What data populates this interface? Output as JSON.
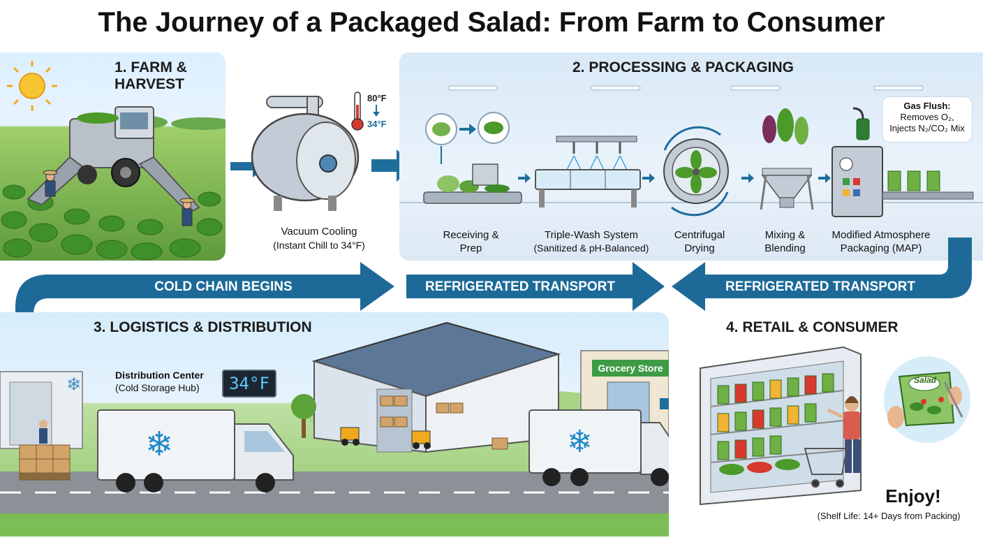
{
  "title": "The Journey of a Packaged Salad: From Farm to Consumer",
  "sections": {
    "farm": "1. FARM & HARVEST",
    "processing": "2. PROCESSING & PACKAGING",
    "logistics": "3. LOGISTICS & DISTRIBUTION",
    "retail": "4. RETAIL & CONSUMER"
  },
  "vacuum_cooling": {
    "label": "Vacuum Cooling",
    "sub": "(Instant Chill to 34°F)",
    "temp_high": "80°F",
    "temp_low": "34°F"
  },
  "processing_steps": [
    {
      "line1": "Receiving &",
      "line2": "Prep"
    },
    {
      "line1": "Triple-Wash System",
      "line2": "(Sanitized & pH-Balanced)"
    },
    {
      "line1": "Centrifugal",
      "line2": "Drying"
    },
    {
      "line1": "Mixing &",
      "line2": "Blending"
    },
    {
      "line1": "Modified Atmosphere",
      "line2": "Packaging (MAP)"
    }
  ],
  "gas_flush": {
    "line1": "Gas Flush:",
    "line2": "Removes O₂,",
    "line3": "Injects N₂/CO₂ Mix"
  },
  "bands": {
    "cold_chain": "COLD CHAIN BEGINS",
    "transport_1": "REFRIGERATED TRANSPORT",
    "transport_2": "REFRIGERATED TRANSPORT"
  },
  "distribution": {
    "label": "Distribution Center",
    "sub": "(Cold Storage Hub)",
    "display": "34°F"
  },
  "store_sign": "Grocery Store",
  "bag_label": "Salad",
  "enjoy": "Enjoy!",
  "shelf_life": "(Shelf Life: 14+ Days from Packing)",
  "colors": {
    "arrow_blue": "#1f6e9c",
    "band_blue": "#1d6a99",
    "leaf_green": "#4c9a2a",
    "steel": "#c3ccd6"
  }
}
